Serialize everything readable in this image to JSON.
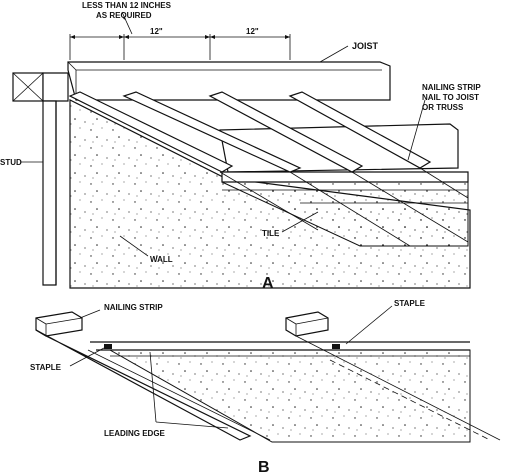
{
  "figure_a": {
    "caption": "A",
    "labels": {
      "spacing_note_line1": "LESS THAN 12 INCHES",
      "spacing_note_line2": "AS REQUIRED",
      "dim1": "12\"",
      "dim2": "12\"",
      "joist": "JOIST",
      "nailing_strip_line1": "NAILING STRIP",
      "nailing_strip_line2": "NAIL TO JOIST",
      "nailing_strip_line3": "OR TRUSS",
      "stud": "STUD",
      "tile": "TILE",
      "wall": "WALL"
    }
  },
  "figure_b": {
    "caption": "B",
    "labels": {
      "nailing_strip": "NAILING STRIP",
      "staple_right": "STAPLE",
      "staple_left": "STAPLE",
      "leading_edge": "LEADING EDGE"
    }
  }
}
